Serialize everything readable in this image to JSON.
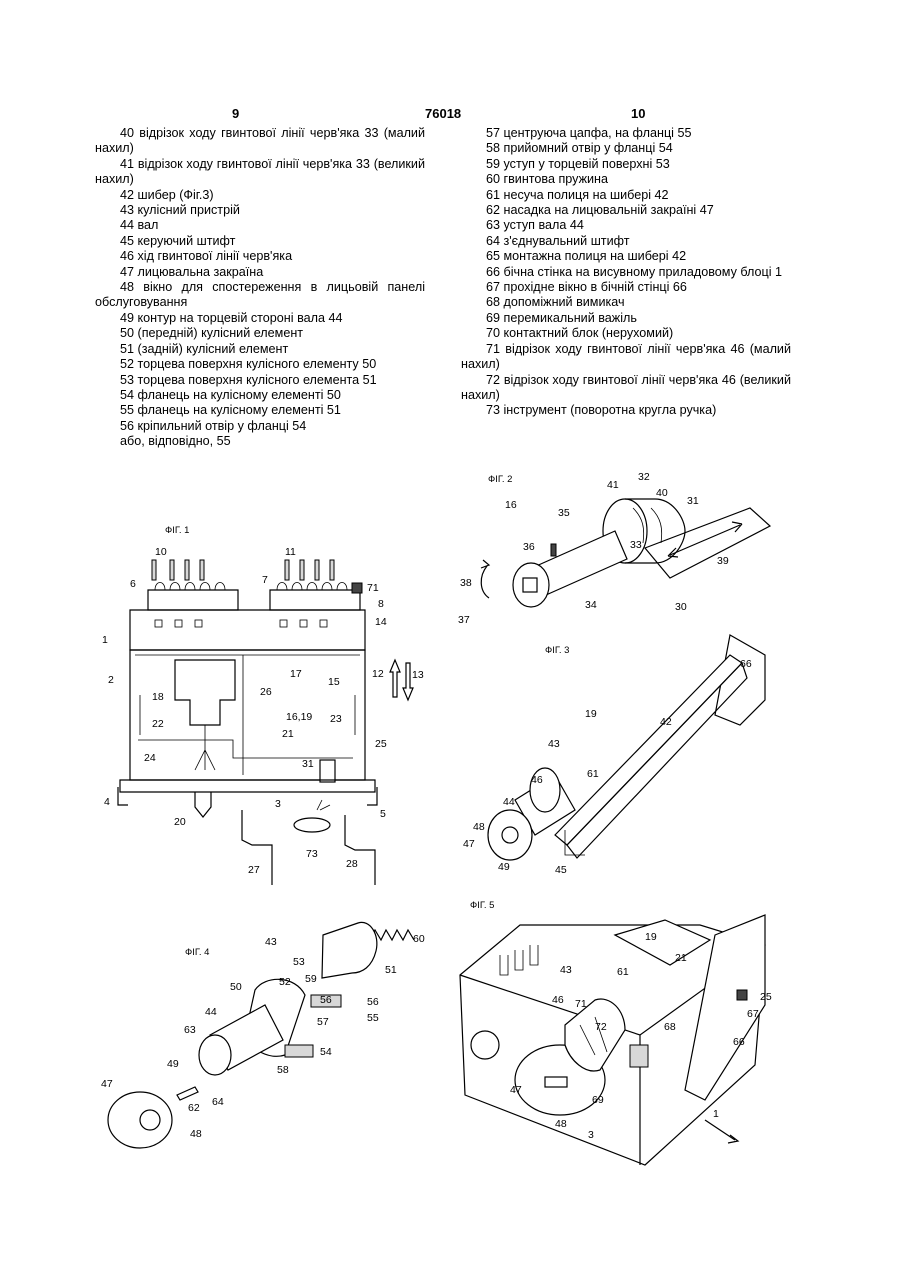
{
  "header": {
    "left_page": "9",
    "doc_number": "76018",
    "right_page": "10"
  },
  "left_column": [
    "40 відрізок ходу гвинтової лінії черв'яка 33 (малий нахил)",
    "41 відрізок ходу гвинтової лінії черв'яка 33 (великий нахил)",
    "42 шибер (Фіг.3)",
    "43 кулісний пристрій",
    "44 вал",
    "45 керуючий штифт",
    "46 хід гвинтової лінії черв'яка",
    "47 лицювальна закраїна",
    "48 вікно для спостереження в лицьовій панелі обслуговування",
    "49 контур на торцевій стороні вала 44",
    "50 (передній) кулісний елемент",
    "51 (задній) кулісний елемент",
    "52 торцева поверхня кулісного елементу 50",
    "53 торцева поверхня кулісного елемента 51",
    "54 фланець на кулісному елементі 50",
    "55 фланець на кулісному елементі 51",
    "56 кріпильний отвір у фланці 54",
    "або, відповідно, 55"
  ],
  "right_column": [
    "57 центруюча цапфа, на фланці 55",
    "58 прийомний отвір у фланці 54",
    "59 уступ у торцевій поверхні 53",
    "60 гвинтова пружина",
    "61 несуча полиця на шибері 42",
    "62 насадка на лицювальній закраїні 47",
    "63 уступ вала 44",
    "64 з'єднувальний штифт",
    "65 монтажна полиця на шибері 42",
    "66 бічна стінка на висувному приладовому блоці 1",
    "67 прохідне вікно в бічній стінці 66",
    "68 допоміжний вимикач",
    "69 перемикальний важіль",
    "70 контактний блок (нерухомий)",
    "71 відрізок ходу гвинтової лінії черв'яка 46 (малий нахил)",
    "72 відрізок ходу гвинтової лінії черв'яка 46 (великий нахил)",
    "73 інструмент (поворотна кругла ручка)"
  ],
  "figures": {
    "fig1": {
      "caption": "ФІГ. 1",
      "labels": [
        "10",
        "11",
        "6",
        "7",
        "71",
        "8",
        "14",
        "1",
        "2",
        "17",
        "15",
        "12",
        "13",
        "18",
        "26",
        "16,19",
        "22",
        "23",
        "21",
        "25",
        "24",
        "31",
        "4",
        "3",
        "5",
        "20",
        "27",
        "73",
        "28"
      ]
    },
    "fig2": {
      "caption": "ФІГ. 2",
      "labels": [
        "16",
        "35",
        "41",
        "32",
        "40",
        "31",
        "36",
        "33",
        "39",
        "38",
        "34",
        "30",
        "37"
      ]
    },
    "fig3": {
      "caption": "ФІГ. 3",
      "labels": [
        "66",
        "19",
        "42",
        "43",
        "46",
        "61",
        "44",
        "48",
        "47",
        "49",
        "45"
      ]
    },
    "fig4": {
      "caption": "ФІГ. 4",
      "labels": [
        "43",
        "60",
        "53",
        "51",
        "50",
        "52",
        "59",
        "44",
        "56",
        "56",
        "57",
        "55",
        "63",
        "54",
        "49",
        "58",
        "47",
        "62",
        "64",
        "48"
      ]
    },
    "fig5": {
      "caption": "ФІГ. 5",
      "labels": [
        "19",
        "21",
        "43",
        "61",
        "25",
        "46",
        "71",
        "67",
        "72",
        "68",
        "66",
        "47",
        "69",
        "48",
        "3",
        "1"
      ]
    }
  }
}
